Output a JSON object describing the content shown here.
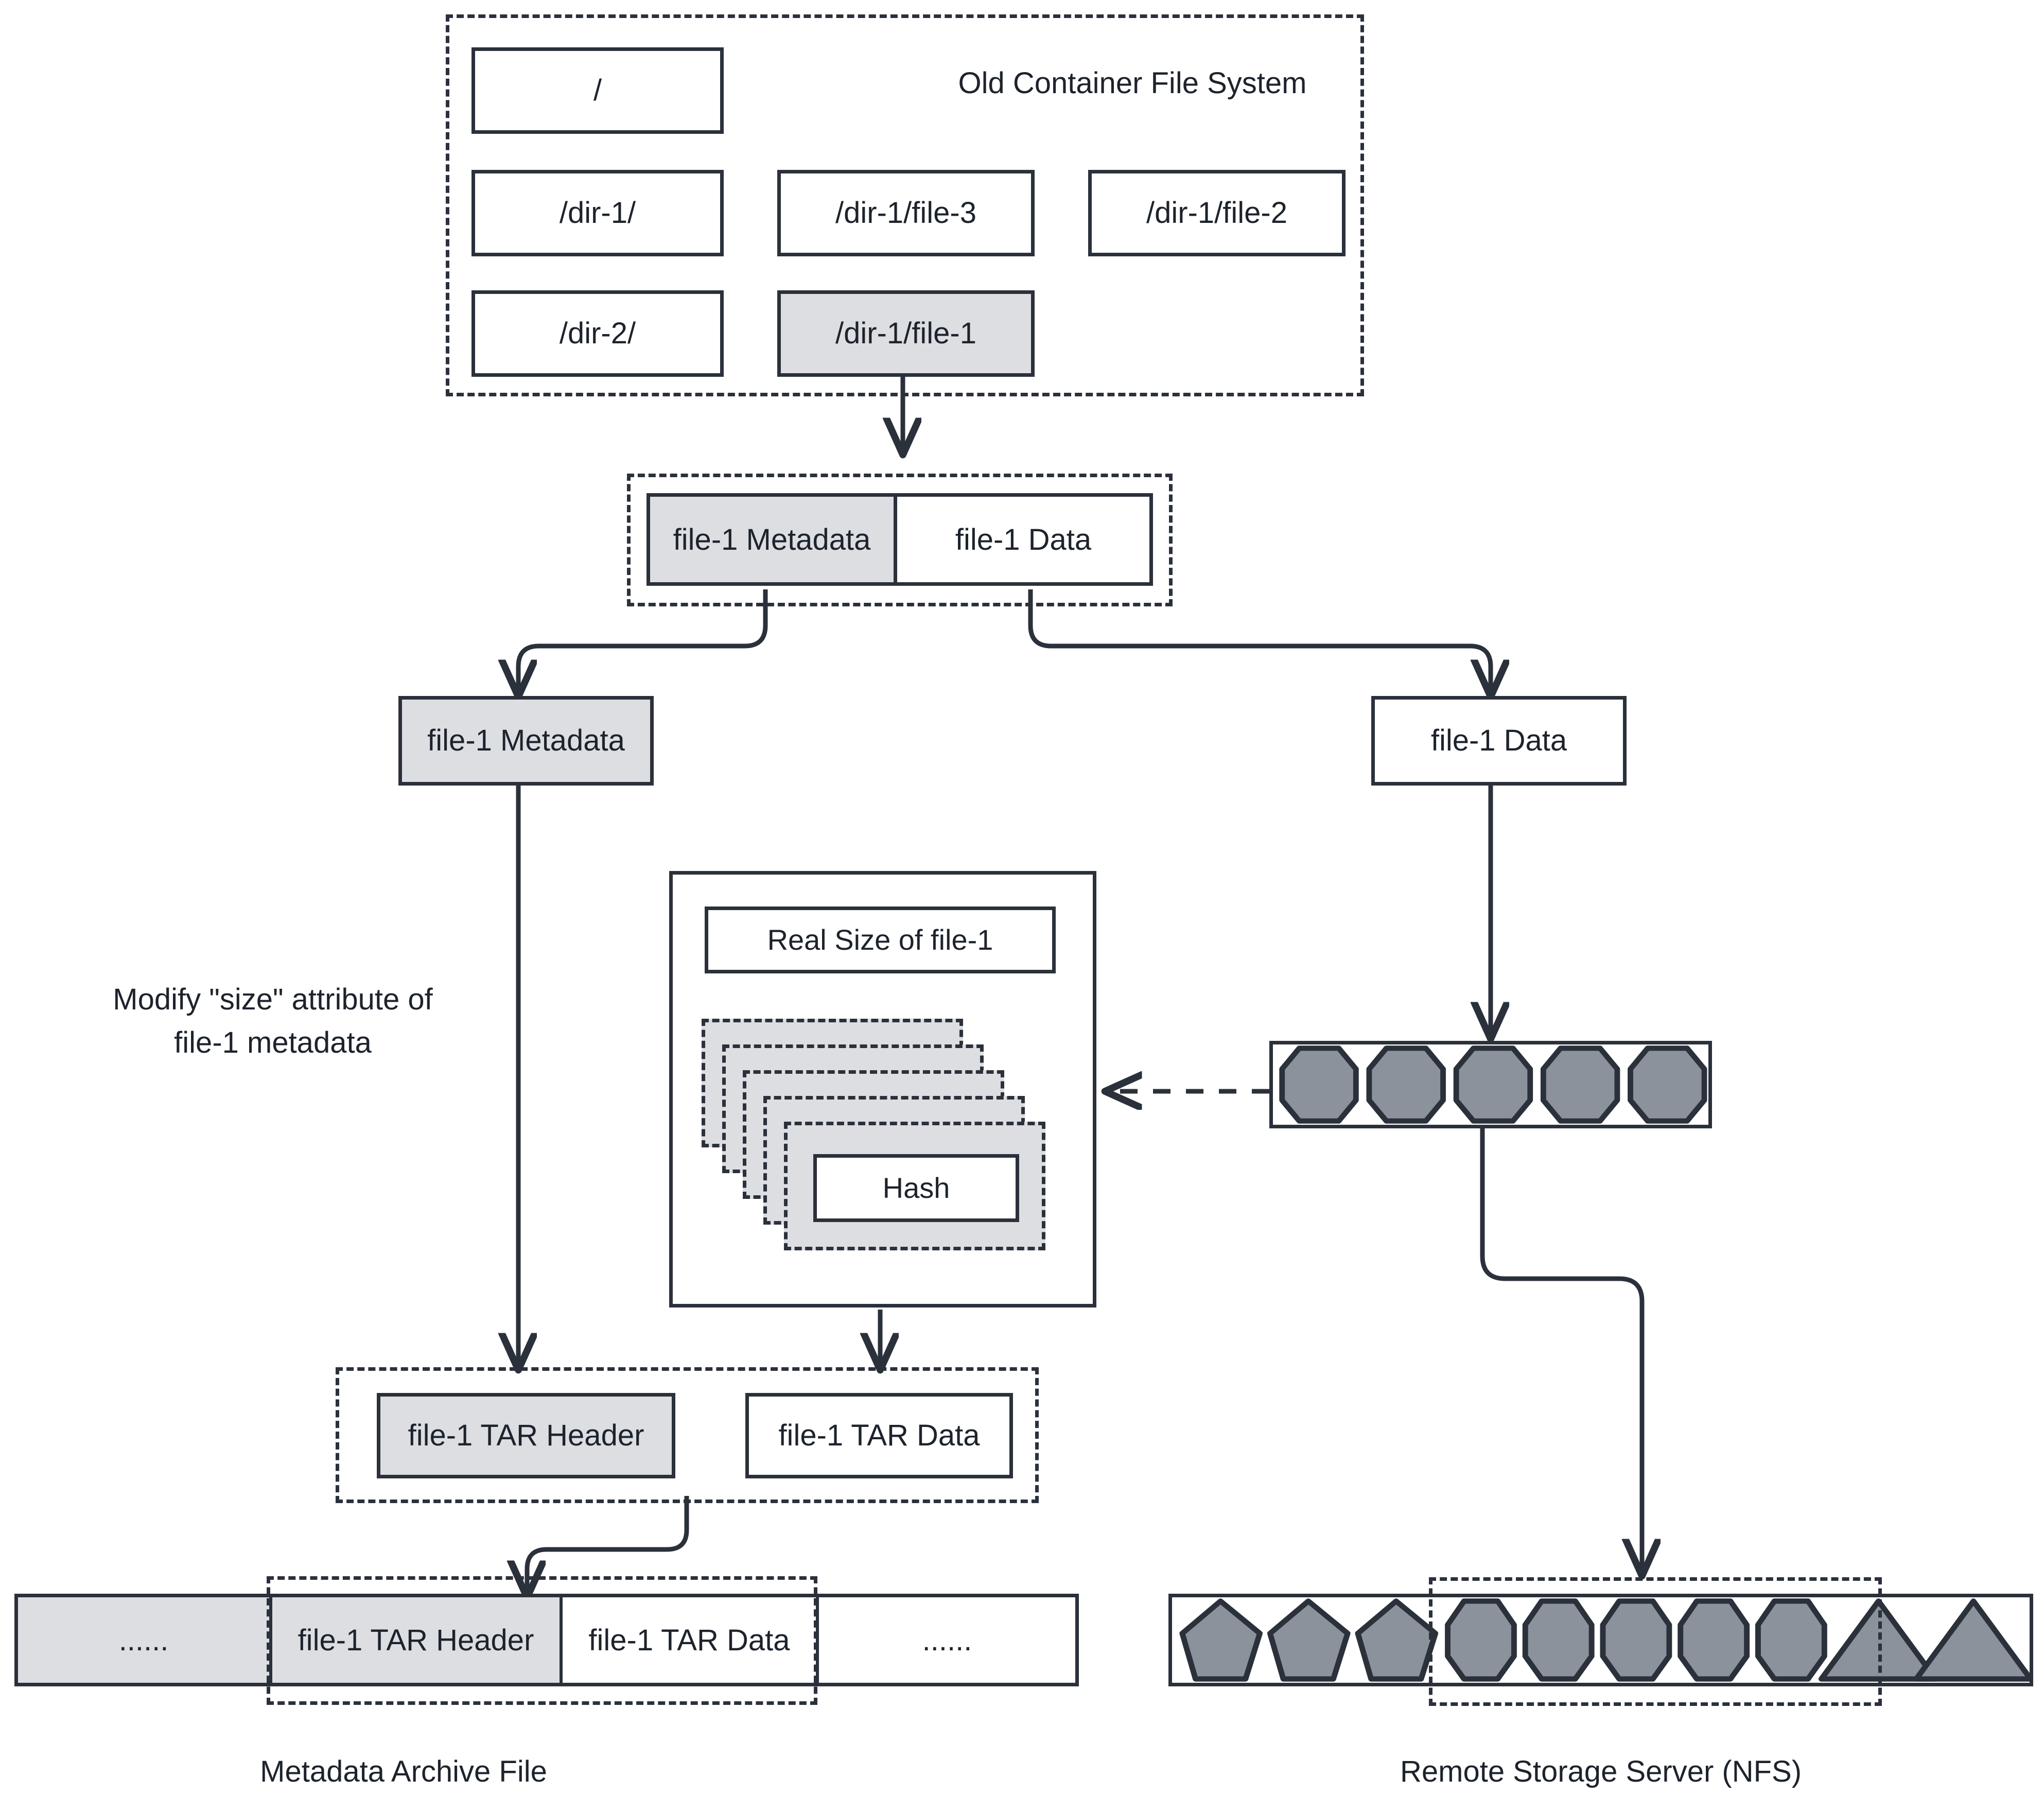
{
  "diagram": {
    "title_old_fs": "Old Container File System",
    "fs_nodes": [
      {
        "label": "/",
        "shaded": false
      },
      {
        "label": "/dir-1/",
        "shaded": false
      },
      {
        "label": "/dir-1/file-3",
        "shaded": false
      },
      {
        "label": "/dir-1/file-2",
        "shaded": false
      },
      {
        "label": "/dir-2/",
        "shaded": false
      },
      {
        "label": "/dir-1/file-1",
        "shaded": true
      }
    ],
    "split_box": {
      "metadata_label": "file-1 Metadata",
      "data_label": "file-1 Data"
    },
    "metadata_node": "file-1 Metadata",
    "data_node": "file-1 Data",
    "modify_note": "Modify \"size\" attribute of\nfile-1 metadata",
    "chunk_group": {
      "real_size_label": "Real Size of file-1",
      "hash_label": "Hash",
      "hash_card_count": 5
    },
    "tar_group": {
      "header_label": "file-1 TAR Header",
      "data_label": "file-1 TAR Data"
    },
    "archive_strip": {
      "segments": [
        {
          "label": "......",
          "shaded": true
        },
        {
          "label": "file-1 TAR Header",
          "shaded": true
        },
        {
          "label": "file-1 TAR Data",
          "shaded": false
        },
        {
          "label": "......",
          "shaded": false
        }
      ],
      "caption": "Metadata Archive File"
    },
    "nfs_strip": {
      "caption": "Remote Storage Server (NFS)",
      "shapes": [
        "pentagon",
        "pentagon",
        "pentagon",
        "octagon",
        "octagon",
        "octagon",
        "octagon",
        "octagon",
        "triangle",
        "triangle"
      ],
      "highlight_start_index": 3,
      "highlight_count": 5
    },
    "data_chunk_strip": {
      "shapes": [
        "octagon",
        "octagon",
        "octagon",
        "octagon",
        "octagon"
      ]
    },
    "colors": {
      "stroke": "#2b313b",
      "shade": "#dcdee2",
      "chunk_fill": "#8c929c",
      "text": "#1d232c",
      "background": "#ffffff"
    }
  }
}
